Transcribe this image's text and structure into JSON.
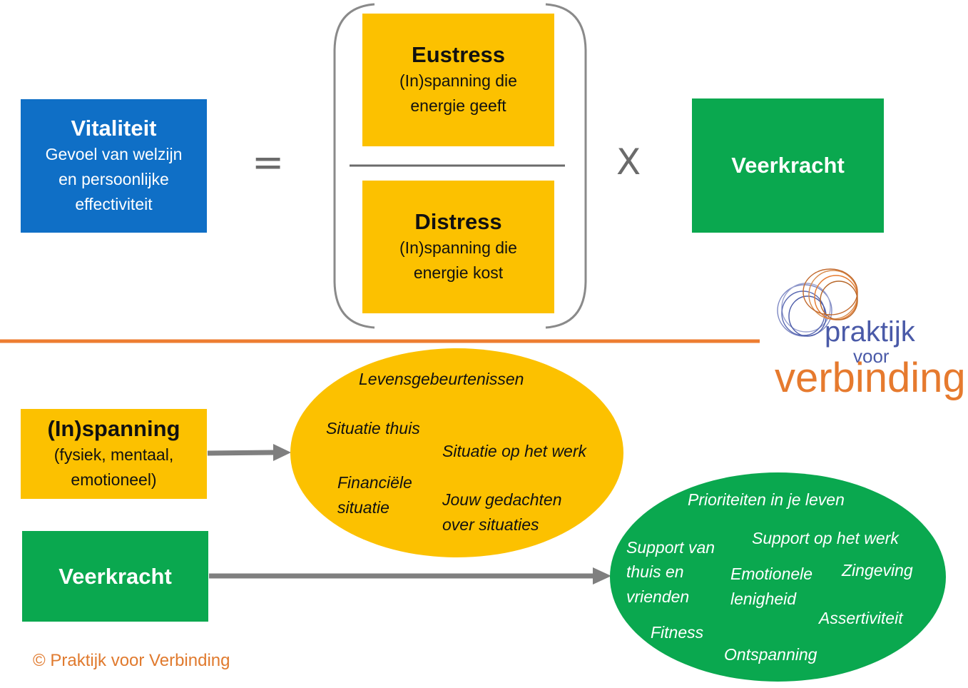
{
  "formula": {
    "vitaliteit": {
      "title": "Vitaliteit",
      "lines": [
        "Gevoel van welzijn",
        "en persoonlijke",
        "effectiviteit"
      ]
    },
    "equals": "=",
    "eustress": {
      "title": "Eustress",
      "lines": [
        "(In)spanning die",
        "energie geeft"
      ]
    },
    "distress": {
      "title": "Distress",
      "lines": [
        "(In)spanning die",
        "energie kost"
      ]
    },
    "times": "X",
    "veerkracht": "Veerkracht"
  },
  "lower": {
    "inspanning": {
      "title": "(In)spanning",
      "lines": [
        "(fysiek, mentaal,",
        "emotioneel)"
      ]
    },
    "veerkracht": "Veerkracht",
    "yellow_oval": {
      "levensgebeurtenissen": "Levensgebeurtenissen",
      "situatie_thuis": "Situatie thuis",
      "situatie_werk": "Situatie op het werk",
      "financiele": [
        "Financiële",
        "situatie"
      ],
      "gedachten": [
        "Jouw gedachten",
        "over situaties"
      ]
    },
    "green_oval": {
      "prioriteiten": "Prioriteiten in je leven",
      "support_thuis": [
        "Support van",
        "thuis en",
        "vrienden"
      ],
      "support_werk": "Support op het werk",
      "emotionele": [
        "Emotionele",
        "lenigheid"
      ],
      "zingeving": "Zingeving",
      "assertiviteit": "Assertiviteit",
      "fitness": "Fitness",
      "ontspanning": "Ontspanning"
    }
  },
  "logo": {
    "line1": "praktijk",
    "line2": "voor",
    "line3": "verbinding"
  },
  "copyright": "© Praktijk voor Verbinding",
  "colors": {
    "blue": "#0f6fc6",
    "yellow": "#fcc100",
    "green": "#0aa84f",
    "orange": "#ed7d31",
    "gray": "#7f7f7f"
  }
}
